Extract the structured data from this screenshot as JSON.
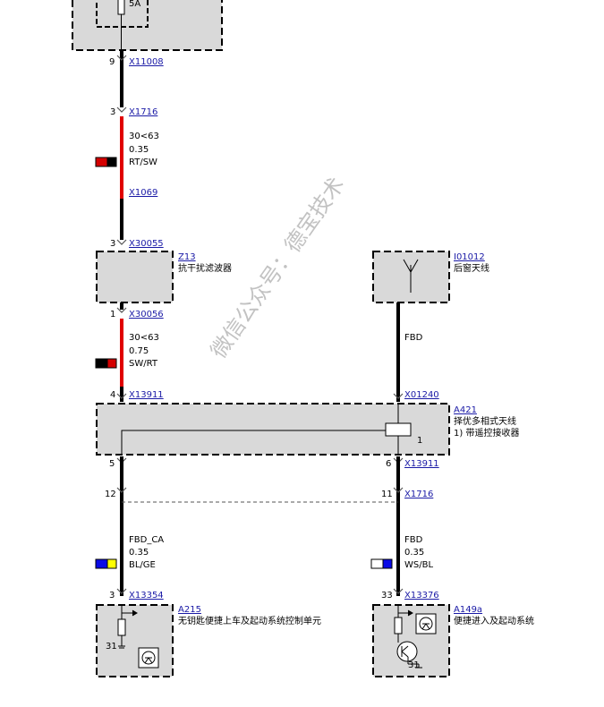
{
  "top_module": {
    "fuse_rating": "5A",
    "pin": "9",
    "connector": "X11008"
  },
  "wire1": {
    "top_pin": "3",
    "top_connector": "X1716",
    "function": "30<63",
    "gauge": "0.35",
    "color": "RT/SW",
    "splice": "X1069",
    "swatch_colors": [
      "#d40000",
      "#000000"
    ]
  },
  "z13": {
    "pin_top": "3",
    "conn_top": "X30055",
    "id": "Z13",
    "name": "抗干扰滤波器",
    "pin_bottom": "1",
    "conn_bottom": "X30056"
  },
  "wire2": {
    "function": "30<63",
    "gauge": "0.75",
    "color": "SW/RT",
    "swatch_colors": [
      "#000000",
      "#d40000"
    ]
  },
  "antenna": {
    "id": "I01012",
    "name": "后窗天线",
    "wire_label": "FBD"
  },
  "a421": {
    "left_top_pin": "4",
    "left_top_conn": "X13911",
    "right_top_conn": "X01240",
    "id": "A421",
    "name": "择优多相式天线",
    "note": "1)   带遥控接收器",
    "inner_pin": "1",
    "left_bottom_pin": "5",
    "right_bottom_pin": "6",
    "right_bottom_conn": "X13911"
  },
  "x1716_split": {
    "left_pin": "12",
    "right_pin": "11",
    "connector": "X1716"
  },
  "wire3": {
    "function": "FBD_CA",
    "gauge": "0.35",
    "color": "BL/GE",
    "swatch_colors": [
      "#0a0ae6",
      "#ffff00"
    ]
  },
  "wire4": {
    "function": "FBD",
    "gauge": "0.35",
    "color": "WS/BL",
    "swatch_colors": [
      "#ffffff",
      "#0a0ae6"
    ]
  },
  "a215": {
    "pin": "3",
    "conn": "X13354",
    "id": "A215",
    "name": "无钥匙便捷上车及起动系统控制单元",
    "ground_pin": "31"
  },
  "a149a": {
    "pin": "33",
    "conn": "X13376",
    "id": "A149a",
    "name": "便捷进入及起动系统",
    "ground_pin": "31"
  },
  "watermark": "微信公众号：德宝技术"
}
